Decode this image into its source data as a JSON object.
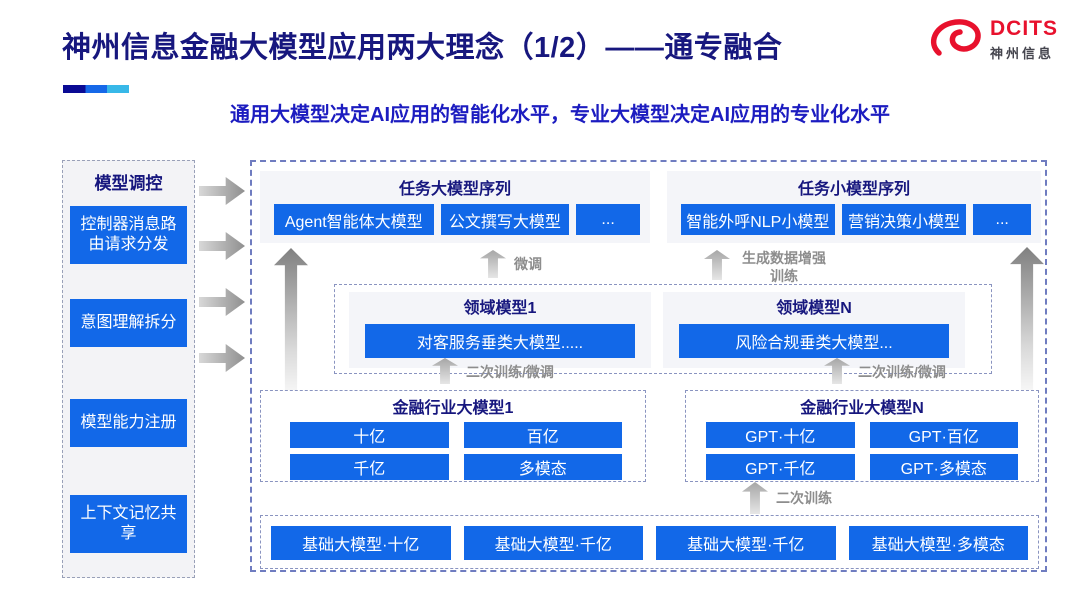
{
  "header": {
    "title": "神州信息金融大模型应用两大理念（1/2）——通专融合",
    "subtitle": "通用大模型决定AI应用的智能化水平，专业大模型决定AI应用的专业化水平",
    "logo": {
      "brand": "DCITS",
      "company": "神州信息"
    }
  },
  "sidebar": {
    "title": "模型调控",
    "items": [
      {
        "label": "控制器消息路由请求分发"
      },
      {
        "label": "意图理解拆分"
      },
      {
        "label": "模型能力注册"
      },
      {
        "label": "上下文记忆共享"
      }
    ]
  },
  "main": {
    "task_large": {
      "title": "任务大模型序列",
      "items": [
        "Agent智能体大模型",
        "公文撰写大模型",
        "..."
      ]
    },
    "task_small": {
      "title": "任务小模型序列",
      "items": [
        "智能外呼NLP小模型",
        "营销决策小模型",
        "..."
      ]
    },
    "domain_groups": [
      {
        "title": "领域模型1",
        "model": "对客服务垂类大模型....."
      },
      {
        "title": "领域模型N",
        "model": "风险合规垂类大模型..."
      }
    ],
    "industry_groups": [
      {
        "title": "金融行业大模型1",
        "items": [
          "十亿",
          "百亿",
          "千亿",
          "多模态"
        ]
      },
      {
        "title": "金融行业大模型N",
        "items": [
          "GPT·十亿",
          "GPT·百亿",
          "GPT·千亿",
          "GPT·多模态"
        ]
      }
    ],
    "base_models": [
      "基础大模型·十亿",
      "基础大模型·千亿",
      "基础大模型·千亿",
      "基础大模型·多模态"
    ],
    "arrow_labels": {
      "fine_tune": "微调",
      "gen_data_train": "生成数据增强训练",
      "secondary_finetune_left": "二次训练/微调",
      "secondary_finetune_right": "二次训练/微调",
      "secondary_train": "二次训练"
    }
  },
  "colors": {
    "blue": "#1268e8",
    "navy": "#17177e",
    "subtitle-blue": "#1c1cc0",
    "logo-red": "#e8112d",
    "caption-gray": "#8d8d8d"
  }
}
